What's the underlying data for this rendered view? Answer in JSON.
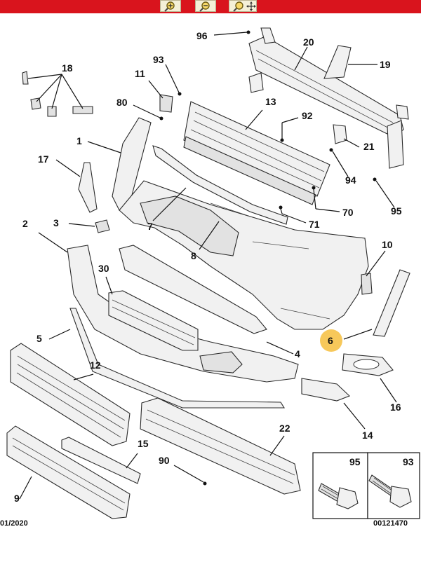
{
  "toolbar": {
    "buttons": [
      {
        "icon": "zoom-in-icon"
      },
      {
        "icon": "zoom-out-icon"
      },
      {
        "icon": "zoom-pan-icon"
      }
    ],
    "bar_color": "#d9141d",
    "highlight_color": "#f7c85a"
  },
  "callouts": [
    "96",
    "20",
    "19",
    "93",
    "18",
    "11",
    "80",
    "13",
    "92",
    "1",
    "21",
    "17",
    "94",
    "70",
    "95",
    "3",
    "7",
    "71",
    "2",
    "10",
    "8",
    "30",
    "6",
    "5",
    "4",
    "12",
    "16",
    "15",
    "14",
    "22",
    "90",
    "9"
  ],
  "highlighted_callout": "6",
  "fastener_box": {
    "left_label": "95",
    "right_label": "93"
  },
  "footer": {
    "date": "01/2020",
    "reference": "00121470"
  }
}
